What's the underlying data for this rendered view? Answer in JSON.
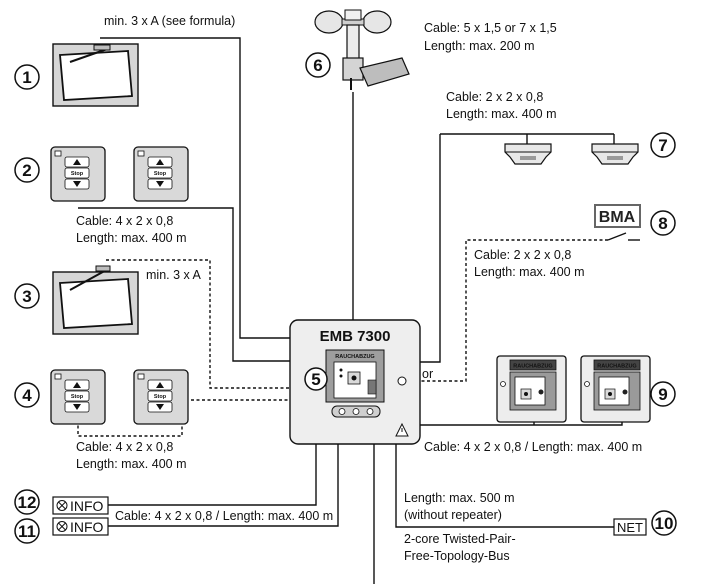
{
  "labels": {
    "window_top": "min. 3 x A (see formula)",
    "cable_wind": "Cable: 5 x 1,5 or 7 x 1,5",
    "length_wind": "Length: max. 200 m",
    "cable_smoke": "Cable: 2 x 2 x 0,8",
    "length_smoke": "Length: max. 400 m",
    "cable_buttons_top": "Cable: 4 x 2 x 0,8",
    "length_buttons_top": "Length: max. 400 m",
    "cable_bma": "Cable: 2 x 2 x 0,8",
    "length_bma": "Length: max. 400 m",
    "window_bottom": "min. 3 x A",
    "or": "or",
    "cable_buttons_bottom": "Cable: 4 x 2 x 0,8",
    "length_buttons_bottom": "Length: max. 400 m",
    "cable_panels": "Cable: 4 x 2 x 0,8 / Length: max. 400 m",
    "cable_info": "Cable: 4 x 2 x 0,8 / Length: max. 400 m",
    "length_bus": "Length: max. 500 m",
    "repeater": "(without repeater)",
    "bus_line1": "2-core Twisted-Pair-",
    "bus_line2": "Free-Topology-Bus"
  },
  "device": {
    "title": "EMB 7300",
    "panel_label": "RAUCHABZUG"
  },
  "panels": {
    "label": "RAUCHABZUG"
  },
  "buttons": {
    "stop": "Stop"
  },
  "boxes": {
    "bma": "BMA",
    "info12": "INFO",
    "info11": "INFO",
    "net": "NET"
  },
  "numbers": [
    "1",
    "2",
    "3",
    "4",
    "5",
    "6",
    "7",
    "8",
    "9",
    "10",
    "11",
    "12"
  ],
  "icons": [
    "window-icon",
    "anemometer-icon",
    "smoke-detector-icon",
    "push-button-icon",
    "control-panel-icon",
    "warning-triangle-icon",
    "switch-icon"
  ]
}
